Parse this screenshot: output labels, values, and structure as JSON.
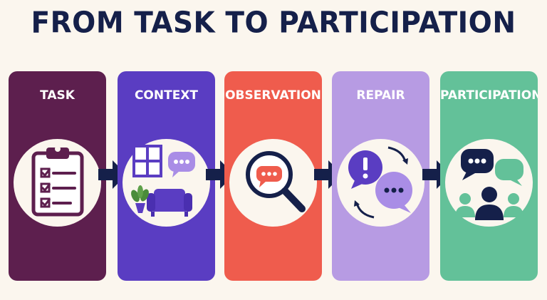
{
  "title": "FROM TASK TO PARTICIPATION",
  "colors": {
    "navy": "#15204a",
    "background": "#fbf6ee",
    "task": "#5d1f4e",
    "context": "#5a3dc2",
    "observation": "#ef5c4d",
    "repair": "#b79be3",
    "participation": "#63c199"
  },
  "stages": [
    {
      "label": "TASK",
      "icon": "clipboard-checklist-icon",
      "color": "#5d1f4e"
    },
    {
      "label": "CONTEXT",
      "icon": "room-window-chat-icon",
      "color": "#5a3dc2"
    },
    {
      "label": "OBSERVATION",
      "icon": "magnifier-chat-icon",
      "color": "#ef5c4d"
    },
    {
      "label": "REPAIR",
      "icon": "exclamation-chat-cycle-icon",
      "color": "#b79be3"
    },
    {
      "label": "PARTICIPATION",
      "icon": "group-chat-icon",
      "color": "#63c199"
    }
  ]
}
